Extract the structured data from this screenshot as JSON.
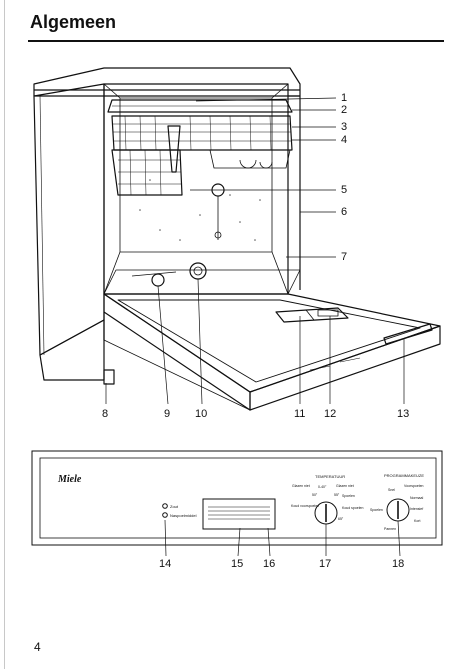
{
  "page": {
    "title": "Algemeen",
    "page_number": "4"
  },
  "callouts": {
    "c1": "1",
    "c2": "2",
    "c3": "3",
    "c4": "4",
    "c5": "5",
    "c6": "6",
    "c7": "7",
    "c8": "8",
    "c9": "9",
    "c10": "10",
    "c11": "11",
    "c12": "12",
    "c13": "13",
    "c14": "14",
    "c15": "15",
    "c16": "16",
    "c17": "17",
    "c18": "18"
  },
  "control_panel": {
    "brand": "Miele",
    "indicator_on": "Zout",
    "indicator_rinse": "Naspoelmiddel",
    "temperature_title": "TEMPERATUUR",
    "temp_labels": [
      "Glazen niet",
      "Glazen niet",
      "Koud voorspoelen",
      "Spoelen",
      "Koud spoelen"
    ],
    "temp_marks": [
      "50°",
      "55°",
      "65°",
      "0-40°"
    ],
    "program_title": "PROGRAMMAKEUZE",
    "prog_labels": [
      "Snel",
      "Voorspoelen",
      "Normaal",
      "Intensief",
      "Kort",
      "Spoelen",
      "Pannen"
    ]
  },
  "colors": {
    "ink": "#111111",
    "panel_fill": "#ffffff"
  }
}
